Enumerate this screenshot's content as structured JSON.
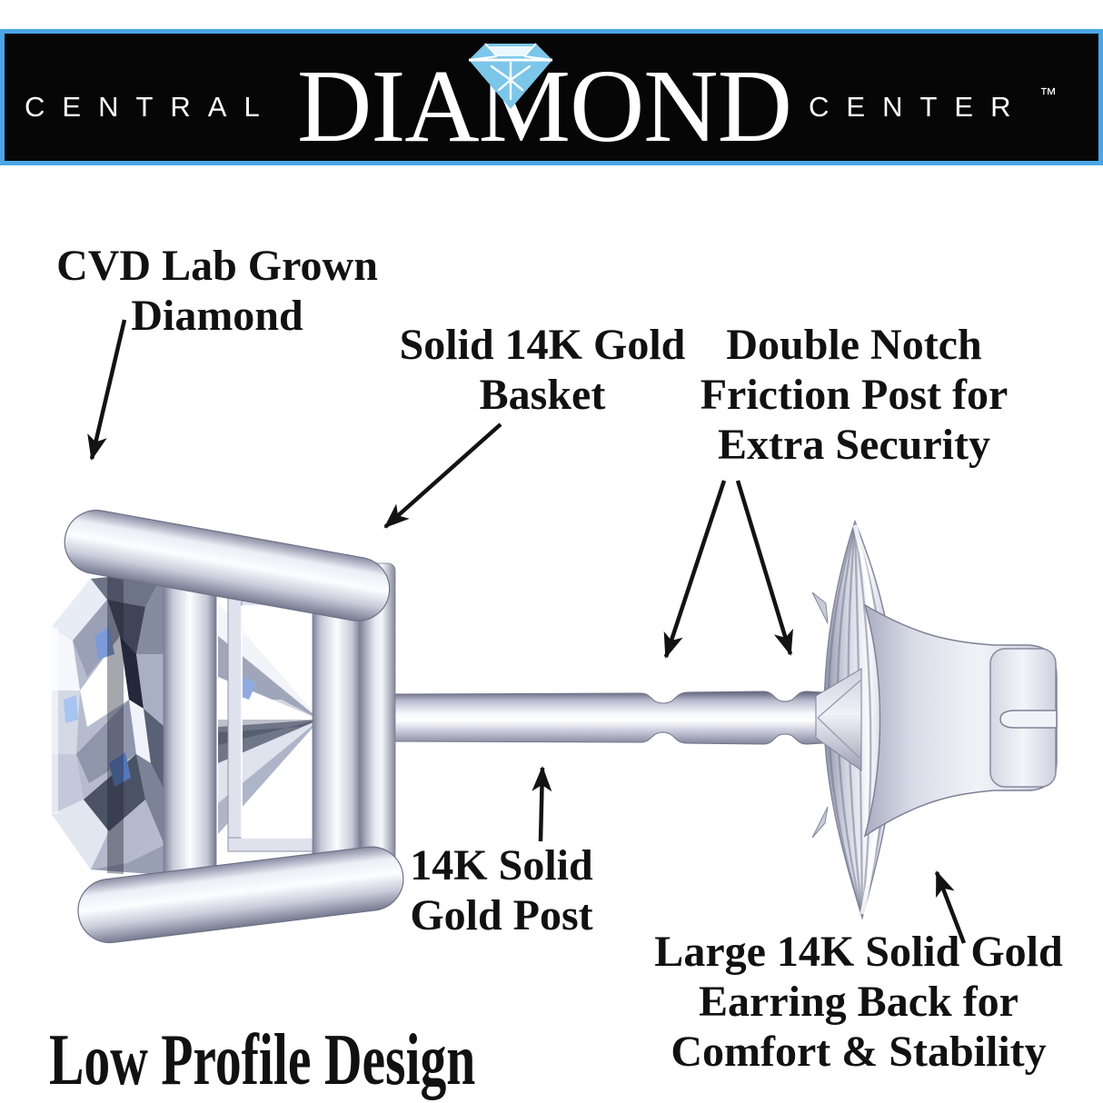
{
  "banner": {
    "word_left": "CENTRAL",
    "word_center": "DIAMOND",
    "word_right": "CENTER",
    "trademark": "™",
    "background_color": "#060606",
    "border_color": "#4ba6e6",
    "text_color": "#ffffff",
    "logo_icon": "diamond-icon",
    "logo_color": "#7cc6ea"
  },
  "callouts": {
    "cvd": {
      "lines": [
        "CVD Lab Grown",
        "Diamond"
      ]
    },
    "basket": {
      "lines": [
        "Solid 14K Gold",
        "Basket"
      ]
    },
    "double_notch": {
      "lines": [
        "Double Notch",
        "Friction Post for",
        "Extra Security"
      ]
    },
    "post": {
      "lines": [
        "14K Solid",
        "Gold Post"
      ]
    },
    "back": {
      "lines": [
        "Large 14K Solid Gold",
        "Earring Back for",
        "Comfort & Stability"
      ]
    }
  },
  "caption": "Low Profile Design",
  "colors": {
    "arrow": "#131313",
    "label_text": "#111111",
    "metal_light": "#fcfdff",
    "metal_mid": "#c6cad8",
    "metal_dark": "#83869b"
  }
}
